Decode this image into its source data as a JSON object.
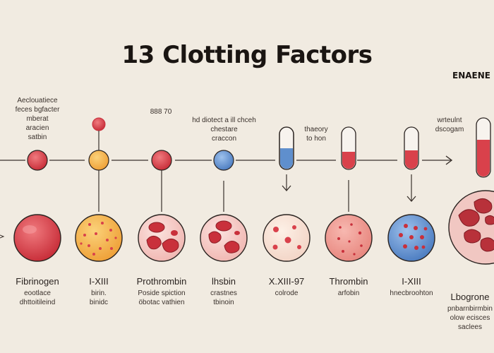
{
  "title": "13 Clotting Factors",
  "corner_label": "ENAENE",
  "top_notes": [
    {
      "lines": [
        "Aeclouatiece",
        "feces bgfacter",
        "mberat",
        "aracien",
        "satbin"
      ]
    },
    {
      "lines": [
        "888 70"
      ]
    },
    {
      "lines": [
        "hd diotect a ill chceh",
        "chestare",
        "craccon"
      ]
    },
    {
      "lines": [
        "thaeory",
        "to hon"
      ]
    },
    {
      "lines": [
        "wrteulnt",
        "dscogam"
      ]
    }
  ],
  "factors": [
    {
      "name": "Fibrinogen",
      "sub": [
        "eootlace",
        "dhttoitileind"
      ]
    },
    {
      "name": "I-XIII",
      "sub": [
        "birin.",
        "binidc"
      ]
    },
    {
      "name": "Prothrombin",
      "sub": [
        "Poside spiction",
        "öbotac vathien"
      ]
    },
    {
      "name": "lhsbin",
      "sub": [
        "crastnes",
        "tbinoin"
      ]
    },
    {
      "name": "X.XIII-97",
      "sub": [
        "colrode"
      ]
    },
    {
      "name": "Thrombin",
      "sub": [
        "arfobin"
      ]
    },
    {
      "name": "I-XIII",
      "sub": [
        "hnecbroohton"
      ]
    },
    {
      "name": "Lbogrone",
      "sub": [
        "pnbarnbirmbin",
        "olow ecisces",
        "saclees"
      ]
    }
  ],
  "colors": {
    "background": "#f1ebe1",
    "red": "#d9414b",
    "orange": "#f0a838",
    "blue": "#5f8fcd",
    "pink": "#f0c4c0",
    "dark_red": "#b8313a"
  }
}
